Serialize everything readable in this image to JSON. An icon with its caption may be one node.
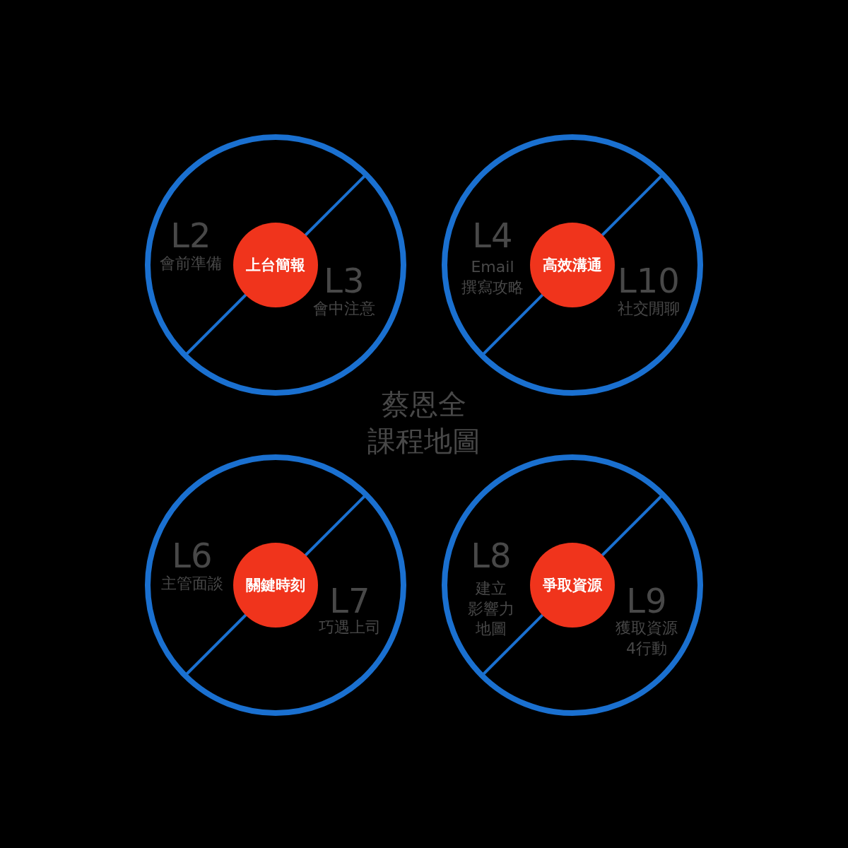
{
  "diagram": {
    "title": "蔡恩全課程地圖",
    "nodes": [
      {
        "text": [
          "L2",
          "會前準備",
          "L3",
          "會中注意"
        ]
      },
      {
        "text": [
          "上台簡報"
        ],
        "in": 0
      },
      {
        "text": [
          "L4",
          "Email撰寫攻略",
          "L10",
          "社交閒聊"
        ]
      },
      {
        "text": [
          "高效溝通"
        ],
        "in": 2
      },
      {
        "text": [
          "L6",
          "主管面談",
          "L7",
          "巧遇上司"
        ]
      },
      {
        "text": [
          "關鍵時刻"
        ],
        "in": 4
      },
      {
        "text": [
          "L8",
          "建立影響力地圖",
          "L9",
          "獲取資源4行動"
        ]
      },
      {
        "text": [
          "爭取資源"
        ],
        "in": 6
      }
    ],
    "edges": []
  }
}
